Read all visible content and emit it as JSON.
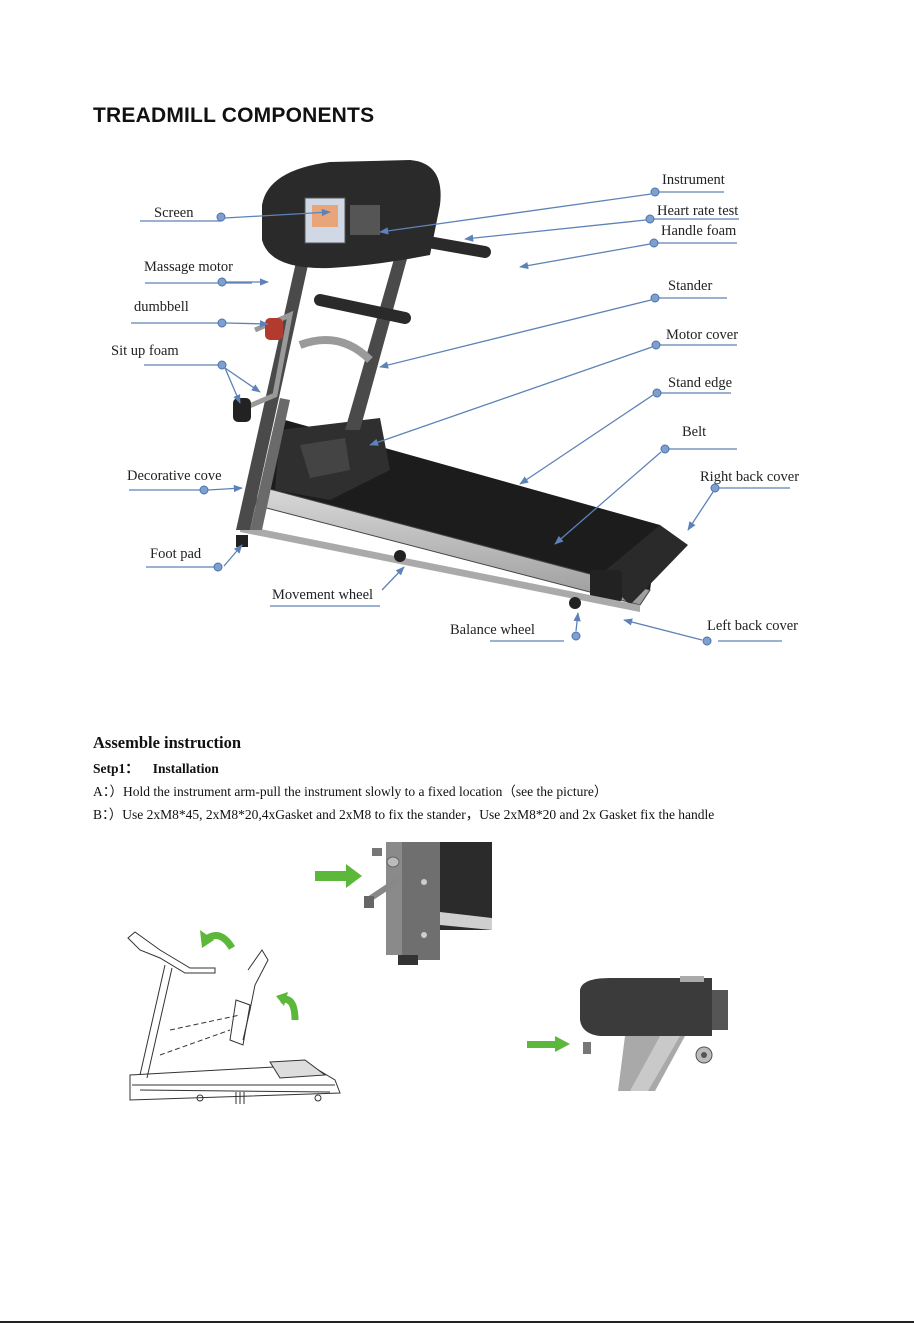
{
  "page": {
    "title": "TREADMILL COMPONENTS"
  },
  "components": {
    "screen": "Screen",
    "massage_motor": "Massage motor",
    "dumbbell": "dumbbell",
    "sit_up_foam": "Sit up foam",
    "decorative_cove": "Decorative cove",
    "foot_pad": "Foot pad",
    "movement_wheel": "Movement wheel",
    "balance_wheel": "Balance wheel",
    "instrument": "Instrument",
    "heart_rate_test": "Heart rate test",
    "handle_foam": "Handle foam",
    "stander": "Stander",
    "motor_cover": "Motor cover",
    "stand_edge": "Stand edge",
    "belt": "Belt",
    "right_back_cover": "Right back cover",
    "left_back_cover": "Left back cover"
  },
  "assembly": {
    "heading": "Assemble instruction",
    "step_label": "Setp1：",
    "step_title": "Installation",
    "line_a": "A：）Hold the instrument arm-pull the instrument slowly to a fixed location（see the picture）",
    "line_b": "B：）Use 2xM8*45, 2xM8*20,4xGasket and 2xM8 to fix the stander，Use 2xM8*20 and 2x Gasket fix the handle"
  },
  "colors": {
    "callout": "#5d82b8",
    "arrow_green": "#5cb83a",
    "frame_dark": "#3a3a3a"
  }
}
